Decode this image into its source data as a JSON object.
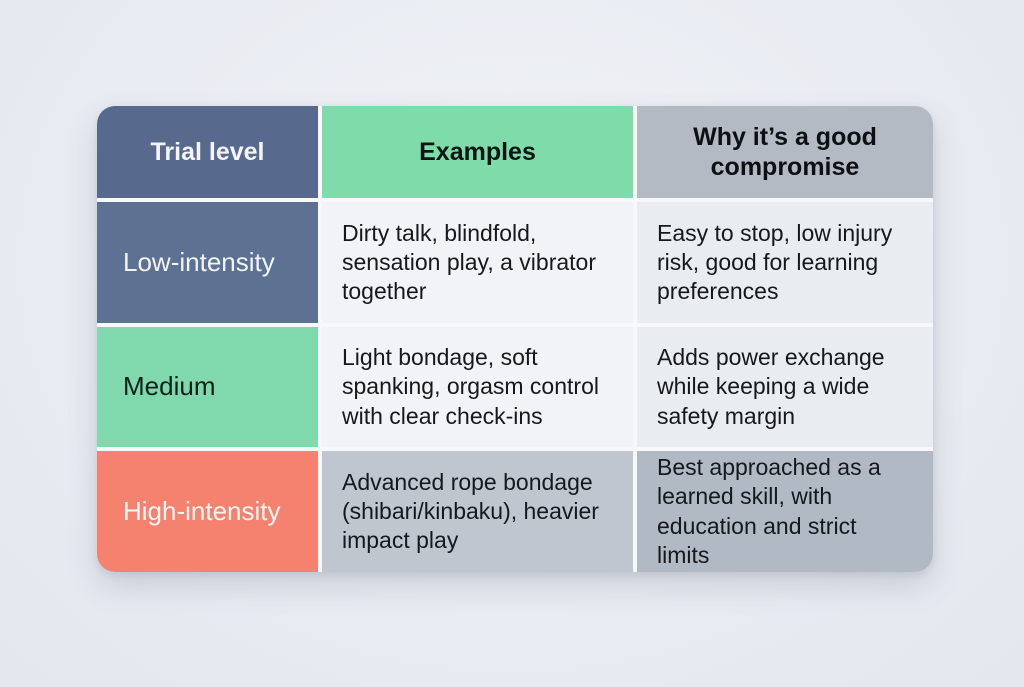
{
  "chart_data": {
    "type": "table",
    "title": "",
    "legend": "none",
    "grid": "cell-gap dividers, rounded outer corners",
    "columns": [
      "Trial level",
      "Examples",
      "Why it’s a good compromise"
    ],
    "rows": [
      [
        "Low-intensity",
        "Dirty talk, blindfold, sensation play, a vibrator together",
        "Easy to stop, low injury risk, good for learning preferences"
      ],
      [
        "Medium",
        "Light bondage, soft spanking, orgasm control with clear check-ins",
        "Adds power exchange while keeping a wide safety margin"
      ],
      [
        "High-intensity",
        "Advanced rope bondage (shibari/kinbaku), heavier impact play",
        "Best approached as a learned skill, with education and strict limits"
      ]
    ]
  },
  "colors": {
    "page_background": "#e9ecf2",
    "header_trial_level": "#57698c",
    "header_examples": "#7edcab",
    "header_why": "#b3bac4",
    "row_low_label": "#5d7192",
    "row_medium_label": "#80d9ad",
    "row_high_label": "#f5826f",
    "body_cell_light": "#f1f3f7",
    "body_cell_light_alt": "#e9ecf1",
    "body_cell_gray": "#c0c6d0",
    "body_cell_gray_alt": "#b1b9c5",
    "divider": "#f6f8fb",
    "text_dark": "#15181c",
    "text_light": "#f2f4f7"
  }
}
